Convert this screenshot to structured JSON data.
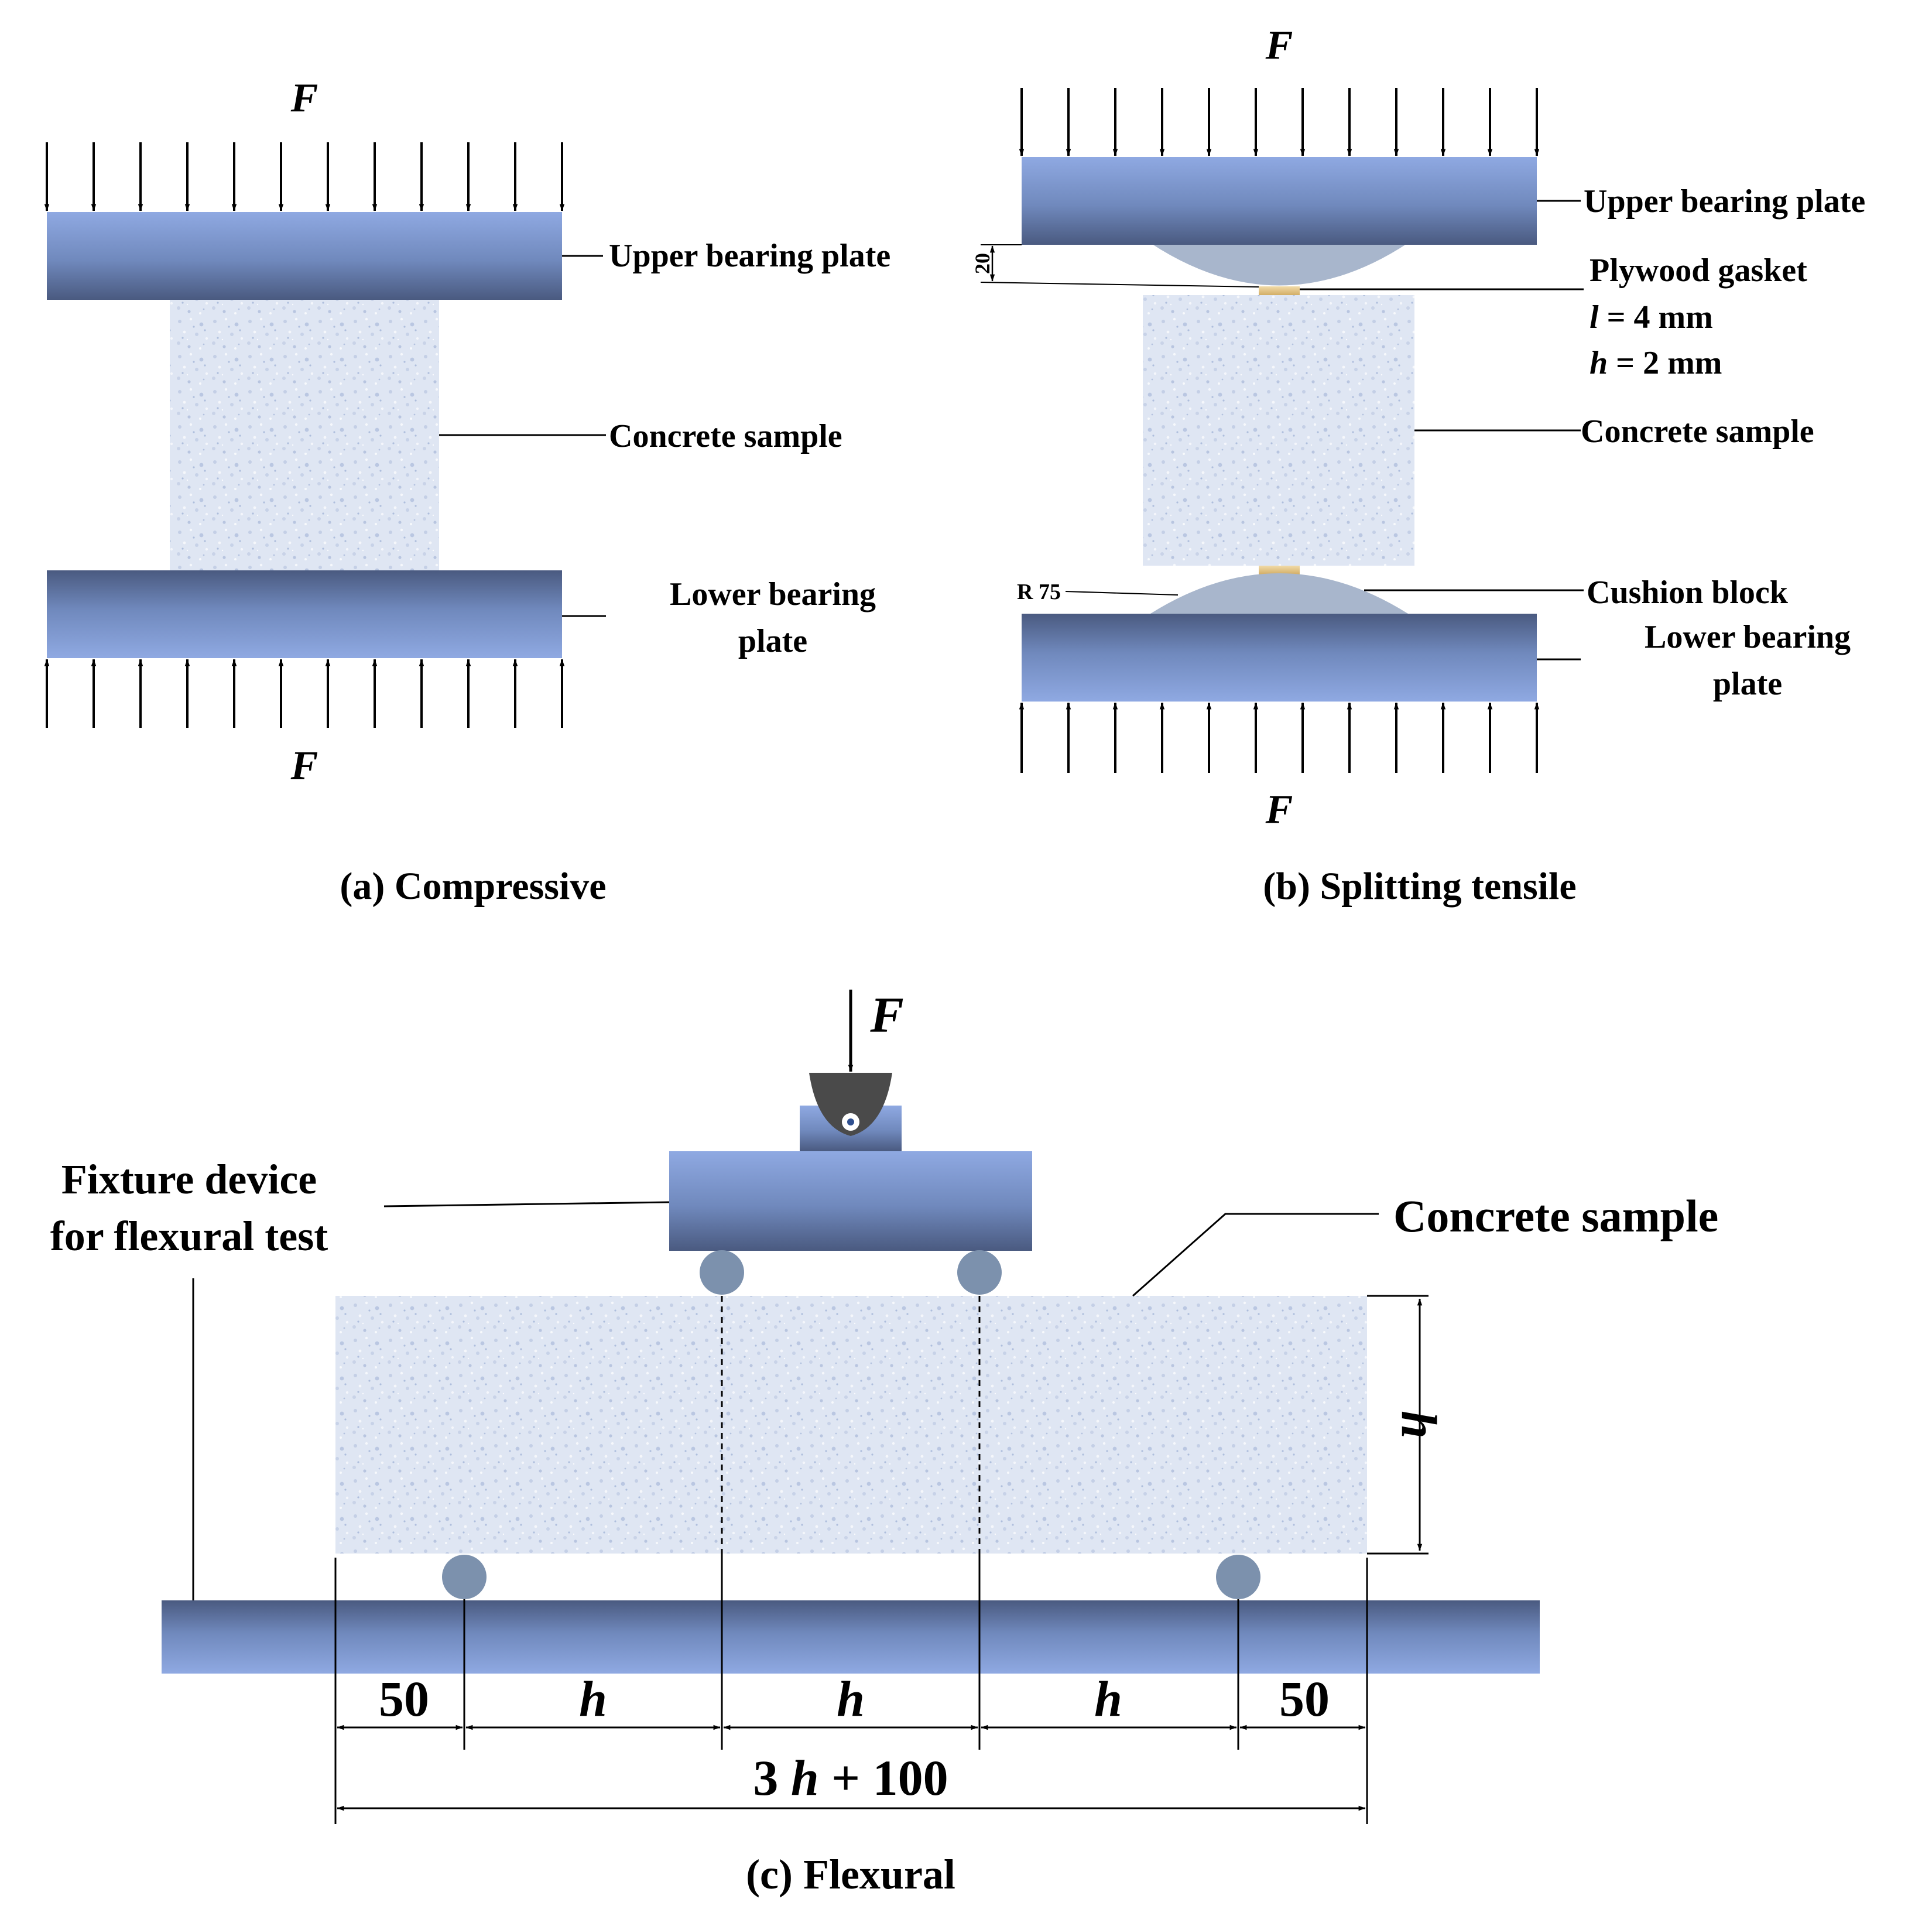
{
  "panel_a": {
    "force_top": "F",
    "force_bottom": "F",
    "upper_plate_label": "Upper bearing plate",
    "sample_label": "Concrete sample",
    "lower_plate_label_line1": "Lower bearing",
    "lower_plate_label_line2": "plate",
    "caption": "(a) Compressive"
  },
  "panel_b": {
    "force_top": "F",
    "force_bottom": "F",
    "upper_plate_label": "Upper bearing plate",
    "gasket_label": "Plywood gasket",
    "gasket_l_var": "l",
    "gasket_l_value": " = 4 mm",
    "gasket_h_var": "h",
    "gasket_h_value": " = 2 mm",
    "sample_label": "Concrete sample",
    "cushion_label": "Cushion block",
    "lower_plate_label_line1": "Lower bearing",
    "lower_plate_label_line2": "plate",
    "dim_height": "20",
    "dim_radius": "R 75",
    "caption": "(b) Splitting tensile"
  },
  "panel_c": {
    "force": "F",
    "fixture_label_line1": "Fixture device",
    "fixture_label_line2": "for flexural test",
    "sample_label": "Concrete sample",
    "height_label": "h",
    "span_labels": [
      "50",
      "h",
      "h",
      "h",
      "50"
    ],
    "total_prefix": "3 ",
    "total_var": "h",
    "total_suffix": " + 100",
    "caption": "(c) Flexural"
  },
  "colors": {
    "plate_light": "#8fa9e2",
    "plate_dark": "#4a5a80",
    "concrete": "#dde4f2",
    "roller": "#7c91ad",
    "cushion": "#a8b6cc",
    "gasket": "#e6c68a",
    "knife": "#4a4a4a"
  }
}
